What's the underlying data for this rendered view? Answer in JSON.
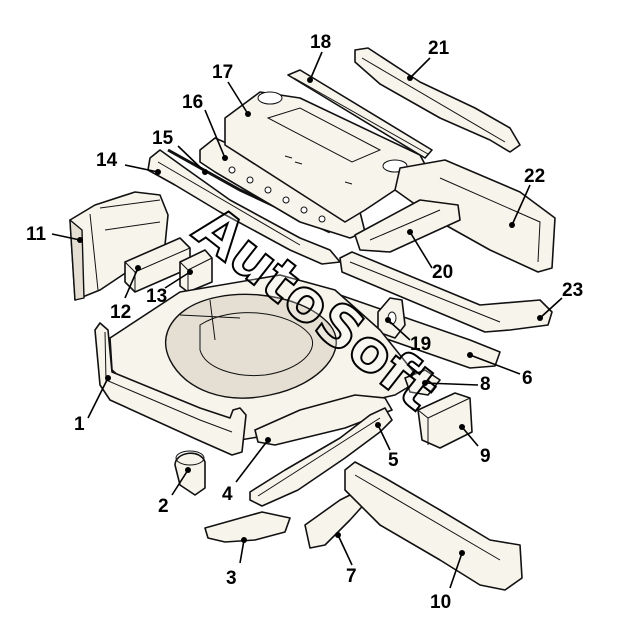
{
  "watermark": "AutoSoft",
  "callouts": [
    {
      "number": "1"
    },
    {
      "number": "2"
    },
    {
      "number": "3"
    },
    {
      "number": "4"
    },
    {
      "number": "5"
    },
    {
      "number": "6"
    },
    {
      "number": "7"
    },
    {
      "number": "8"
    },
    {
      "number": "9"
    },
    {
      "number": "10"
    },
    {
      "number": "11"
    },
    {
      "number": "12"
    },
    {
      "number": "13"
    },
    {
      "number": "14"
    },
    {
      "number": "15"
    },
    {
      "number": "16"
    },
    {
      "number": "17"
    },
    {
      "number": "18"
    },
    {
      "number": "19"
    },
    {
      "number": "20"
    },
    {
      "number": "21"
    },
    {
      "number": "22"
    },
    {
      "number": "23"
    }
  ]
}
